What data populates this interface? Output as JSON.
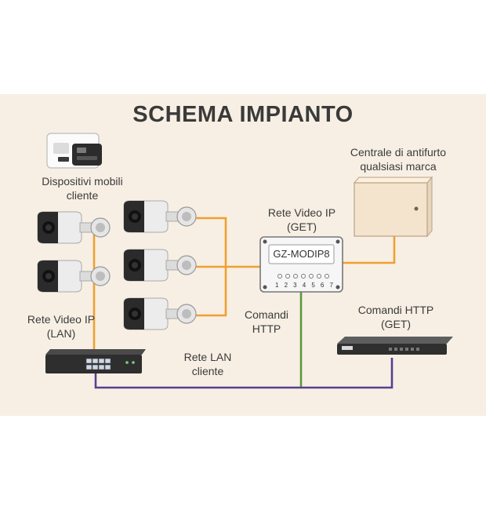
{
  "title": "SCHEMA IMPIANTO",
  "labels": {
    "mobile": [
      "Dispositivi mobili",
      "cliente"
    ],
    "alarm": [
      "Centrale di antifurto",
      "qualsiasi marca"
    ],
    "ipnet_top": [
      "Rete Video IP",
      "(GET)"
    ],
    "module": "GZ-MODIP8",
    "module_ports": [
      "1",
      "2",
      "3",
      "4",
      "5",
      "6",
      "7"
    ],
    "http_cmd": [
      "Comandi",
      "HTTP"
    ],
    "http_get": [
      "Comandi HTTP",
      "(GET)"
    ],
    "ipnet_lan": [
      "Rete Video IP",
      "(LAN)"
    ],
    "lan": [
      "Rete LAN",
      "cliente"
    ]
  },
  "colors": {
    "background": "#f7efe4",
    "orange_link": "#f0a030",
    "green_link": "#5a9a3a",
    "purple_link": "#5a3f8f"
  }
}
